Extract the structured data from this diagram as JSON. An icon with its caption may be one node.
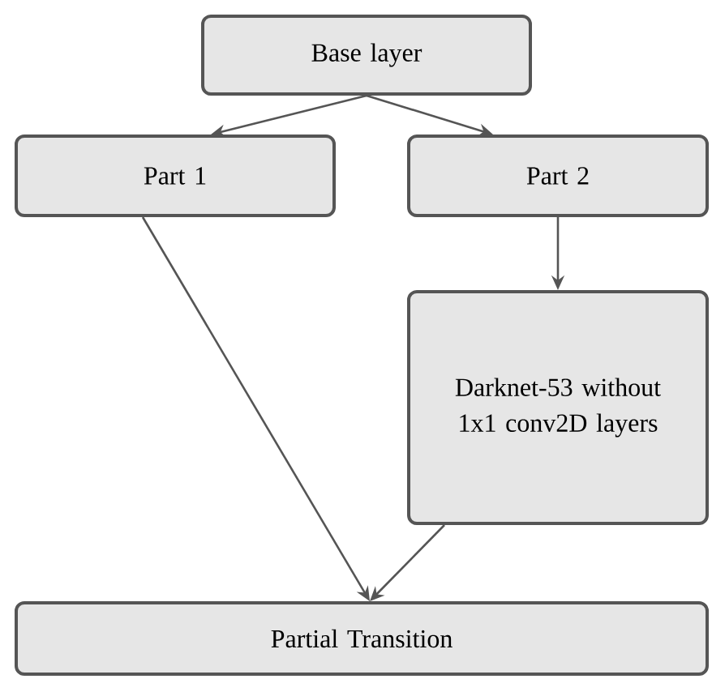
{
  "diagram": {
    "nodes": [
      {
        "text": [
          "Base layer"
        ]
      },
      {
        "text": [
          "Part 1"
        ]
      },
      {
        "text": [
          "Part 2"
        ]
      },
      {
        "text": [
          "Darknet-53 without 1x1 conv2D layers"
        ]
      },
      {
        "text": [
          "Partial Transition"
        ]
      }
    ],
    "edges": [
      {
        "from": 0,
        "to": 1,
        "arrow": "to"
      },
      {
        "from": 0,
        "to": 2,
        "arrow": "to"
      },
      {
        "from": 2,
        "to": 3,
        "arrow": "to"
      },
      {
        "from": 1,
        "to": 4,
        "arrow": "to"
      },
      {
        "from": 3,
        "to": 4,
        "arrow": "to"
      }
    ]
  }
}
